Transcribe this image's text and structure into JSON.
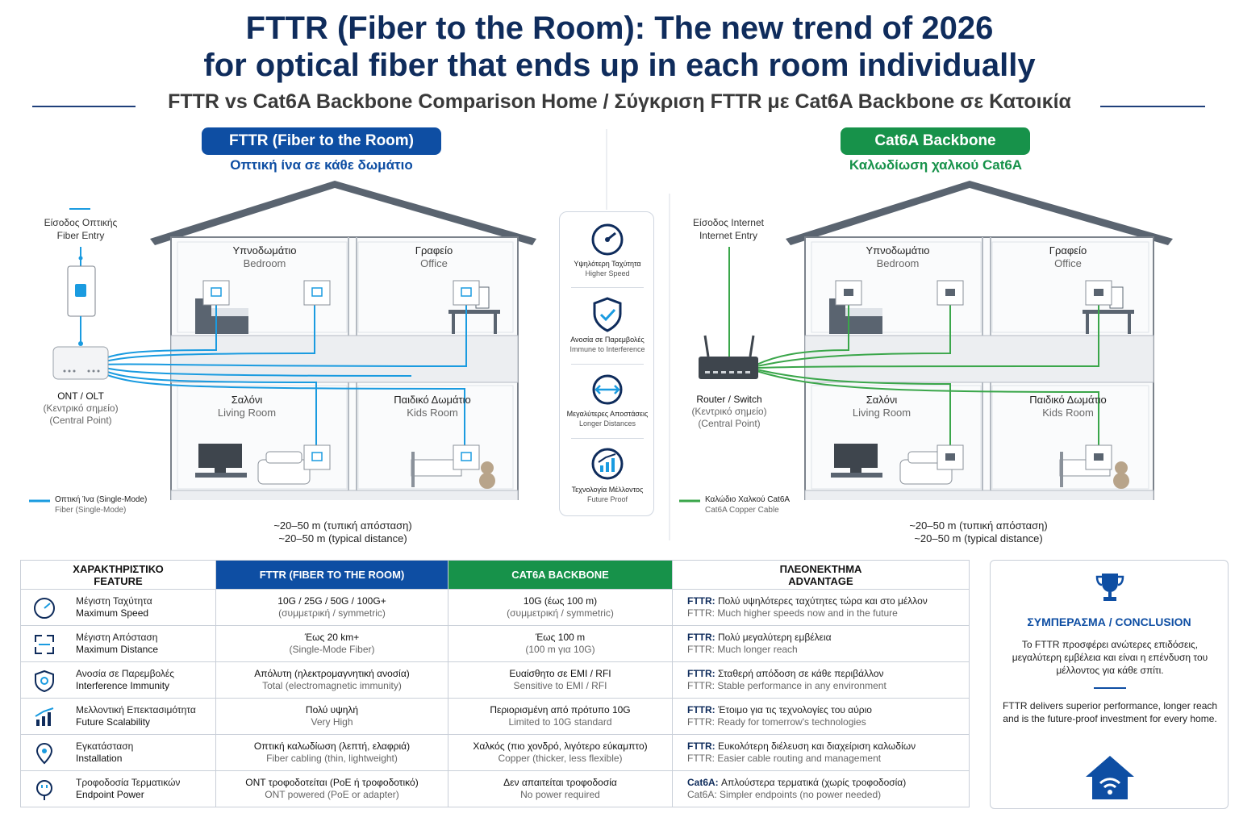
{
  "header": {
    "title_line1": "FTTR (Fiber to the Room): The new trend of 2026",
    "title_line2": "for optical fiber that ends up in each room individually",
    "subtitle": "FTTR vs Cat6A Backbone Comparison Home  /  Σύγκριση FTTR με Cat6A Backbone σε Κατοικία"
  },
  "colors": {
    "navy": "#0f2c5c",
    "fiber_blue": "#0e4ea3",
    "copper_green": "#17924a",
    "fiber_line": "#1a9be0",
    "cable_line": "#3aa64a"
  },
  "fttr": {
    "pill": "FTTR (Fiber to the Room)",
    "pill_sub": "Οπτική ίνα σε κάθε δωμάτιο",
    "entry_gr": "Είσοδος Οπτικής",
    "entry_en": "Fiber Entry",
    "device": "ONT / OLT",
    "device_gr": "(Κεντρικό σημείο)",
    "device_en": "(Central Point)",
    "legend_gr": "Οπτική Ίνα (Single-Mode)",
    "legend_en": "Fiber (Single-Mode)"
  },
  "cat6a": {
    "pill": "Cat6A Backbone",
    "pill_sub": "Καλωδίωση χαλκού Cat6A",
    "entry_gr": "Είσοδος Internet",
    "entry_en": "Internet Entry",
    "device": "Router / Switch",
    "device_gr": "(Κεντρικό σημείο)",
    "device_en": "(Central Point)",
    "legend_gr": "Καλώδιο Χαλκού Cat6A",
    "legend_en": "Cat6A Copper Cable"
  },
  "rooms": {
    "bedroom_gr": "Υπνοδωμάτιο",
    "bedroom_en": "Bedroom",
    "office_gr": "Γραφείο",
    "office_en": "Office",
    "living_gr": "Σαλόνι",
    "living_en": "Living Room",
    "kids_gr": "Παιδικό Δωμάτιο",
    "kids_en": "Kids Room"
  },
  "distance": {
    "gr": "~20–50 m (τυπική απόσταση)",
    "en": "~20–50 m (typical distance)"
  },
  "benefits": [
    {
      "gr": "Υψηλότερη Ταχύτητα",
      "en": "Higher Speed",
      "icon": "speedometer-icon"
    },
    {
      "gr": "Ανοσία σε Παρεμβολές",
      "en": "Immune to Interference",
      "icon": "shield-check-icon"
    },
    {
      "gr": "Μεγαλύτερες Αποστάσεις",
      "en": "Longer Distances",
      "icon": "distance-arrows-icon"
    },
    {
      "gr": "Τεχνολογία Μέλλοντος",
      "en": "Future Proof",
      "icon": "growth-chart-icon"
    }
  ],
  "table": {
    "headers": {
      "feature_gr": "ΧΑΡΑΚΤΗΡΙΣΤΙΚΟ",
      "feature_en": "FEATURE",
      "fttr": "FTTR (FIBER TO THE ROOM)",
      "cat6a": "CAT6A BACKBONE",
      "adv_gr": "ΠΛΕΟΝΕΚΤΗΜΑ",
      "adv_en": "ADVANTAGE"
    },
    "rows": [
      {
        "gr": "Μέγιστη Ταχύτητα",
        "en": "Maximum Speed",
        "icon": "speedometer-icon",
        "fttr_main": "10G / 25G / 50G / 100G+",
        "fttr_sec": "(συμμετρική / symmetric)",
        "cat_main": "10G (έως 100 m)",
        "cat_sec": "(συμμετρική / symmetric)",
        "adv_label": "FTTR:",
        "adv_gr": " Πολύ υψηλότερες ταχύτητες τώρα και στο μέλλον",
        "adv_en": "FTTR: Much higher speeds now and in the future"
      },
      {
        "gr": "Μέγιστη Απόσταση",
        "en": "Maximum Distance",
        "icon": "distance-icon",
        "fttr_main": "Έως 20 km+",
        "fttr_sec": "(Single-Mode Fiber)",
        "cat_main": "Έως 100 m",
        "cat_sec": "(100 m για 10G)",
        "adv_label": "FTTR:",
        "adv_gr": " Πολύ μεγαλύτερη εμβέλεια",
        "adv_en": "FTTR: Much longer reach"
      },
      {
        "gr": "Ανοσία σε Παρεμβολές",
        "en": "Interference Immunity",
        "icon": "shield-icon",
        "fttr_main": "Απόλυτη (ηλεκτρομαγνητική ανοσία)",
        "fttr_sec": "Total (electromagnetic immunity)",
        "cat_main": "Ευαίσθητο σε EMI / RFI",
        "cat_sec": "Sensitive to EMI / RFI",
        "adv_label": "FTTR:",
        "adv_gr": " Σταθερή απόδοση σε κάθε περιβάλλον",
        "adv_en": "FTTR: Stable performance in any environment"
      },
      {
        "gr": "Μελλοντική Επεκτασιμότητα",
        "en": "Future Scalability",
        "icon": "growth-chart-icon",
        "fttr_main": "Πολύ υψηλή",
        "fttr_sec": "Very High",
        "cat_main": "Περιορισμένη από πρότυπο 10G",
        "cat_sec": "Limited to 10G standard",
        "adv_label": "FTTR:",
        "adv_gr": " Έτοιμο για τις τεχνολογίες του αύριο",
        "adv_en": "FTTR: Ready for tomerrow's technologies"
      },
      {
        "gr": "Εγκατάσταση",
        "en": "Installation",
        "icon": "installation-icon",
        "fttr_main": "Οπτική καλωδίωση (λεπτή, ελαφριά)",
        "fttr_sec": "Fiber cabling (thin, lightweight)",
        "cat_main": "Χαλκός (πιο χονδρό, λιγότερο εύκαμπτο)",
        "cat_sec": "Copper (thicker, less flexible)",
        "adv_label": "FTTR:",
        "adv_gr": " Ευκολότερη διέλευση και διαχείριση καλωδίων",
        "adv_en": "FTTR: Easier cable routing and management"
      },
      {
        "gr": "Τροφοδοσία Τερματικών",
        "en": "Endpoint Power",
        "icon": "power-plug-icon",
        "fttr_main": "ONT τροφοδοτείται (PoE ή τροφοδοτικό)",
        "fttr_sec": "ONT powered (PoE or adapter)",
        "cat_main": "Δεν απαιτείται τροφοδοσία",
        "cat_sec": "No power required",
        "adv_label": "Cat6A:",
        "adv_gr": " Απλούστερα τερματικά (χωρίς τροφοδοσία)",
        "adv_en": "Cat6A: Simpler endpoints (no power needed)"
      }
    ]
  },
  "conclusion": {
    "title": "ΣΥΜΠΕΡΑΣΜΑ / CONCLUSION",
    "gr": "Το FTTR προσφέρει ανώτερες επιδόσεις, μεγαλύτερη εμβέλεια και είναι η επένδυση του μέλλοντος για κάθε σπίτι.",
    "en": "FTTR delivers superior performance, longer reach and is the future-proof investment for every home."
  }
}
